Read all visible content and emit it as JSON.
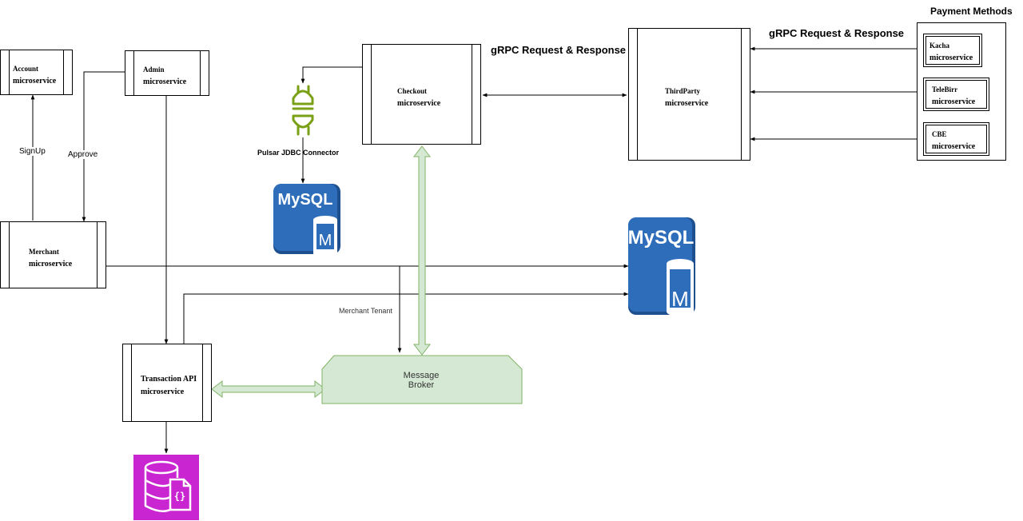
{
  "nodes": {
    "account": {
      "name": "Account",
      "type": "microservice"
    },
    "admin": {
      "name": "Admin",
      "type": "microservice"
    },
    "merchant": {
      "name": "Merchant",
      "type": "microservice"
    },
    "transaction": {
      "name": "Transaction API",
      "type": "microservice"
    },
    "checkout": {
      "name": "Checkout",
      "type": "microservice"
    },
    "thirdparty": {
      "name": "ThirdParty",
      "type": "microservice"
    },
    "kacha": {
      "name": "Kacha",
      "type": "microservice"
    },
    "telebirr": {
      "name": "TeleBirr",
      "type": "microservice"
    },
    "cbe": {
      "name": "CBE",
      "type": "microservice"
    }
  },
  "broker": {
    "line1": "Message",
    "line2": "Broker"
  },
  "groups": {
    "payment_methods": "Payment Methods"
  },
  "edges": {
    "signup": "SignUp",
    "approve": "Approve",
    "connector": "Pulsar JDBC Connector",
    "tenant": "Merchant Tenant",
    "grpc_checkout": "gRPC Request & Response",
    "grpc_thirdparty": "gRPC Request & Response"
  },
  "icons": {
    "mysql_label": "MySQL",
    "mysql_db_letter": "M",
    "mysql_color": "#2e6dba",
    "mysql_dark": "#1e4f8f",
    "connector_color": "#7aa116",
    "broker_fill": "#d5e8d4",
    "broker_stroke": "#82b366",
    "docdb_color": "#c925d1"
  }
}
